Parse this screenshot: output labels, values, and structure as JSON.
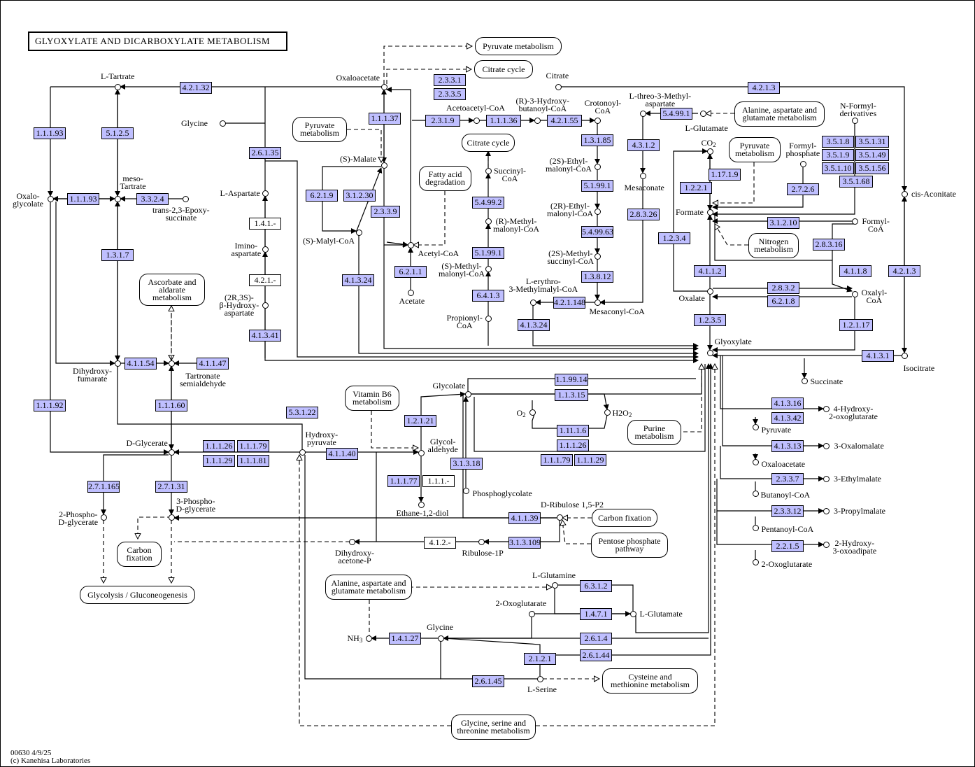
{
  "title": "GLYOXYLATE AND DICARBOXYLATE METABOLISM",
  "footer": {
    "map_id_date": "00630 4/9/25",
    "copyright": "(c) Kanehisa Laboratories"
  },
  "colors": {
    "enzyme_fill": "#bfbfff",
    "line": "#000000",
    "background": "#ffffff"
  },
  "compounds": [
    {
      "id": "l_tartrate",
      "label": "L-Tartrate"
    },
    {
      "id": "oxaloacetate",
      "label": "Oxaloacetate"
    },
    {
      "id": "citrate",
      "label": "Citrate"
    },
    {
      "id": "glycine_top",
      "label": "Glycine"
    },
    {
      "id": "s_malate",
      "label": "(S)-Malate"
    },
    {
      "id": "meso_tartrate",
      "label": "meso-\nTartrate"
    },
    {
      "id": "oxaloglycolate",
      "label": "Oxalo-\nglycolate"
    },
    {
      "id": "epoxysuccinate",
      "label": "trans-2,3-Epoxy-\nsuccinate"
    },
    {
      "id": "l_aspartate",
      "label": "L-Aspartate"
    },
    {
      "id": "iminoaspartate",
      "label": "Imino-\naspartate"
    },
    {
      "id": "hydroxyaspartate",
      "label": "(2R,3S)-\nβ-Hydroxy-\naspartate"
    },
    {
      "id": "s_malyl_coa",
      "label": "(S)-Malyl-CoA"
    },
    {
      "id": "acetyl_coa",
      "label": "Acetyl-CoA"
    },
    {
      "id": "acetate",
      "label": "Acetate"
    },
    {
      "id": "acetoacetyl_coa",
      "label": "Acetoacetyl-CoA"
    },
    {
      "id": "r3_hydroxybutanoyl_coa",
      "label": "(R)-3-Hydroxy-\nbutanoyl-CoA"
    },
    {
      "id": "crotonoyl_coa",
      "label": "Crotonoyl-\nCoA"
    },
    {
      "id": "succinyl_coa",
      "label": "Succinyl-\nCoA"
    },
    {
      "id": "r_methylmalonyl_coa",
      "label": "(R)-Methyl-\nmalonyl-CoA"
    },
    {
      "id": "s_methylmalonyl_coa",
      "label": "(S)-Methyl-\nmalonyl-CoA"
    },
    {
      "id": "propionyl_coa",
      "label": "Propionyl-\nCoA"
    },
    {
      "id": "ethylmalonyl_coa",
      "label": "(2S)-Ethyl-\nmalonyl-CoA"
    },
    {
      "id": "r_ethylmalonyl_coa",
      "label": "(2R)-Ethyl-\nmalonyl-CoA"
    },
    {
      "id": "methylsuccinyl_coa",
      "label": "(2S)-Methyl-\nsuccinyl-CoA"
    },
    {
      "id": "mesaconyl_coa",
      "label": "Mesaconyl-CoA"
    },
    {
      "id": "methylmalyl_coa",
      "label": "L-erythro-\n3-Methylmalyl-CoA"
    },
    {
      "id": "mesaconate",
      "label": "Mesaconate"
    },
    {
      "id": "threo_methylaspartate",
      "label": "L-threo-3-Methyl-\naspartate"
    },
    {
      "id": "l_glutamate_top",
      "label": "L-Glutamate"
    },
    {
      "id": "co2",
      "label": "CO2"
    },
    {
      "id": "formate",
      "label": "Formate"
    },
    {
      "id": "formylphosphate",
      "label": "Formyl-\nphosphate"
    },
    {
      "id": "n_formyl",
      "label": "N-Formyl-\nderivatives"
    },
    {
      "id": "formyl_coa",
      "label": "Formyl-\nCoA"
    },
    {
      "id": "oxalate",
      "label": "Oxalate"
    },
    {
      "id": "oxalyl_coa",
      "label": "Oxalyl-\nCoA"
    },
    {
      "id": "cis_aconitate",
      "label": "cis-Aconitate"
    },
    {
      "id": "isocitrate",
      "label": "Isocitrate"
    },
    {
      "id": "glyoxylate",
      "label": "Glyoxylate"
    },
    {
      "id": "succinate",
      "label": "Succinate"
    },
    {
      "id": "dihydroxyfumarate",
      "label": "Dihydroxy-\nfumarate"
    },
    {
      "id": "tartronate_semialdehyde",
      "label": "Tartronate\nsemialdehyde"
    },
    {
      "id": "d_glycerate",
      "label": "D-Glycerate"
    },
    {
      "id": "hydroxypyruvate",
      "label": "Hydroxy-\npyruvate"
    },
    {
      "id": "glycolate",
      "label": "Glycolate"
    },
    {
      "id": "glycolaldehyde",
      "label": "Glycol-\naldehyde"
    },
    {
      "id": "ethanediol",
      "label": "Ethane-1,2-diol"
    },
    {
      "id": "phosphoglycolate",
      "label": "Phosphoglycolate"
    },
    {
      "id": "o2",
      "label": "O2"
    },
    {
      "id": "h2o2",
      "label": "H2O2"
    },
    {
      "id": "phospho2_glycerate",
      "label": "2-Phospho-\nD-glycerate"
    },
    {
      "id": "phospho3_glycerate",
      "label": "3-Phospho-\nD-glycerate"
    },
    {
      "id": "ribulose_bp",
      "label": "D-Ribulose 1,5-P2"
    },
    {
      "id": "ribulose_1p",
      "label": "Ribulose-1P"
    },
    {
      "id": "dihydroxyacetone_p",
      "label": "Dihydroxy-\nacetone-P"
    },
    {
      "id": "hydroxyoxoglutarate",
      "label": "4-Hydroxy-\n2-oxoglutarate"
    },
    {
      "id": "pyruvate",
      "label": "Pyruvate"
    },
    {
      "id": "oxalomalate",
      "label": "3-Oxalomalate"
    },
    {
      "id": "oxaloacetate_r",
      "label": "Oxaloacetate"
    },
    {
      "id": "ethylmalate",
      "label": "3-Ethylmalate"
    },
    {
      "id": "butanoyl_coa",
      "label": "Butanoyl-CoA"
    },
    {
      "id": "propylmalate",
      "label": "3-Propylmalate"
    },
    {
      "id": "pentanoyl_coa",
      "label": "Pentanoyl-CoA"
    },
    {
      "id": "hydroxyoxoadipate",
      "label": "2-Hydroxy-\n3-oxoadipate"
    },
    {
      "id": "oxoglutarate_r",
      "label": "2-Oxoglutarate"
    },
    {
      "id": "l_glutamine",
      "label": "L-Glutamine"
    },
    {
      "id": "oxoglutarate_b",
      "label": "2-Oxoglutarate"
    },
    {
      "id": "l_glutamate_b",
      "label": "L-Glutamate"
    },
    {
      "id": "glycine_b",
      "label": "Glycine"
    },
    {
      "id": "nh3",
      "label": "NH3"
    },
    {
      "id": "l_serine",
      "label": "L-Serine"
    }
  ],
  "pathways": [
    {
      "id": "pyruvate_metabolism_top",
      "label": "Pyruvate metabolism"
    },
    {
      "id": "citrate_cycle_top",
      "label": "Citrate cycle"
    },
    {
      "id": "pyruvate_metabolism_mid",
      "label": "Pyruvate\nmetabolism"
    },
    {
      "id": "citrate_cycle_mid",
      "label": "Citrate cycle"
    },
    {
      "id": "fatty_acid_degradation",
      "label": "Fatty acid\ndegradation"
    },
    {
      "id": "alanine_aspartate_top",
      "label": "Alanine, aspartate and\nglutamate metabolism"
    },
    {
      "id": "pyruvate_metabolism_right",
      "label": "Pyruvate\nmetabolism"
    },
    {
      "id": "nitrogen_metabolism",
      "label": "Nitrogen\nmetabolism"
    },
    {
      "id": "ascorbate_aldarate",
      "label": "Ascorbate and\naldarate\nmetabolism"
    },
    {
      "id": "vitamin_b6",
      "label": "Vitamin B6\nmetabolism"
    },
    {
      "id": "purine_metabolism",
      "label": "Purine\nmetabolism"
    },
    {
      "id": "carbon_fixation_right",
      "label": "Carbon fixation"
    },
    {
      "id": "pentose_phosphate",
      "label": "Pentose phosphate\npathway"
    },
    {
      "id": "carbon_fixation_left",
      "label": "Carbon\nfixation"
    },
    {
      "id": "glycolysis",
      "label": "Glycolysis / Gluconeogenesis"
    },
    {
      "id": "alanine_aspartate_bottom",
      "label": "Alanine, aspartate and\nglutamate metabolism"
    },
    {
      "id": "cysteine_methionine",
      "label": "Cysteine and\nmethionine metabolism"
    },
    {
      "id": "glycine_serine_threonine",
      "label": "Glycine, serine and\nthreonine metabolism"
    }
  ],
  "enzymes": [
    {
      "id": "e_4_2_1_32",
      "label": "4.2.1.32"
    },
    {
      "id": "e_1_1_1_93a",
      "label": "1.1.1.93"
    },
    {
      "id": "e_5_1_2_5",
      "label": "5.1.2.5"
    },
    {
      "id": "e_1_1_1_93b",
      "label": "1.1.1.93"
    },
    {
      "id": "e_3_3_2_4",
      "label": "3.3.2.4"
    },
    {
      "id": "e_1_3_1_7",
      "label": "1.3.1.7"
    },
    {
      "id": "e_2_3_3_1",
      "label": "2.3.3.1"
    },
    {
      "id": "e_2_3_3_5",
      "label": "2.3.3.5"
    },
    {
      "id": "e_1_1_1_37",
      "label": "1.1.1.37"
    },
    {
      "id": "e_2_6_1_35",
      "label": "2.6.1.35"
    },
    {
      "id": "e_2_3_1_9",
      "label": "2.3.1.9"
    },
    {
      "id": "e_1_1_1_36",
      "label": "1.1.1.36"
    },
    {
      "id": "e_4_2_1_55",
      "label": "4.2.1.55"
    },
    {
      "id": "e_1_3_1_85",
      "label": "1.3.1.85"
    },
    {
      "id": "e_5_1_99_1a",
      "label": "5.1.99.1"
    },
    {
      "id": "e_5_4_99_63",
      "label": "5.4.99.63"
    },
    {
      "id": "e_1_3_8_12",
      "label": "1.3.8.12"
    },
    {
      "id": "e_4_2_1_148",
      "label": "4.2.1.148"
    },
    {
      "id": "e_4_1_3_24b",
      "label": "4.1.3.24"
    },
    {
      "id": "e_6_2_1_9",
      "label": "6.2.1.9"
    },
    {
      "id": "e_3_1_2_30",
      "label": "3.1.2.30"
    },
    {
      "id": "e_2_3_3_9",
      "label": "2.3.3.9"
    },
    {
      "id": "e_6_2_1_1",
      "label": "6.2.1.1"
    },
    {
      "id": "e_5_4_99_2",
      "label": "5.4.99.2"
    },
    {
      "id": "e_5_1_99_1b",
      "label": "5.1.99.1"
    },
    {
      "id": "e_6_4_1_3",
      "label": "6.4.1.3"
    },
    {
      "id": "e_4_1_3_24a",
      "label": "4.1.3.24"
    },
    {
      "id": "e_4_1_3_41",
      "label": "4.1.3.41"
    },
    {
      "id": "e_1_4_1_x",
      "label": "1.4.1.-"
    },
    {
      "id": "e_4_2_1_x",
      "label": "4.2.1.-"
    },
    {
      "id": "e_5_4_99_1",
      "label": "5.4.99.1"
    },
    {
      "id": "e_4_3_1_2",
      "label": "4.3.1.2"
    },
    {
      "id": "e_2_8_3_26",
      "label": "2.8.3.26"
    },
    {
      "id": "e_4_2_1_3a",
      "label": "4.2.1.3"
    },
    {
      "id": "e_4_2_1_3b",
      "label": "4.2.1.3"
    },
    {
      "id": "e_1_17_1_9",
      "label": "1.17.1.9"
    },
    {
      "id": "e_1_2_2_1",
      "label": "1.2.2.1"
    },
    {
      "id": "e_2_7_2_6",
      "label": "2.7.2.6"
    },
    {
      "id": "e_3_5_1_8",
      "label": "3.5.1.8"
    },
    {
      "id": "e_3_5_1_31",
      "label": "3.5.1.31"
    },
    {
      "id": "e_3_5_1_9",
      "label": "3.5.1.9"
    },
    {
      "id": "e_3_5_1_49",
      "label": "3.5.1.49"
    },
    {
      "id": "e_3_5_1_10",
      "label": "3.5.1.10"
    },
    {
      "id": "e_3_5_1_56",
      "label": "3.5.1.56"
    },
    {
      "id": "e_3_5_1_68",
      "label": "3.5.1.68"
    },
    {
      "id": "e_3_1_2_10",
      "label": "3.1.2.10"
    },
    {
      "id": "e_1_2_3_4",
      "label": "1.2.3.4"
    },
    {
      "id": "e_2_8_3_16",
      "label": "2.8.3.16"
    },
    {
      "id": "e_4_1_1_2",
      "label": "4.1.1.2"
    },
    {
      "id": "e_4_1_1_8",
      "label": "4.1.1.8"
    },
    {
      "id": "e_2_8_3_2",
      "label": "2.8.3.2"
    },
    {
      "id": "e_6_2_1_8",
      "label": "6.2.1.8"
    },
    {
      "id": "e_1_2_3_5",
      "label": "1.2.3.5"
    },
    {
      "id": "e_1_2_1_17",
      "label": "1.2.1.17"
    },
    {
      "id": "e_4_1_3_1",
      "label": "4.1.3.1"
    },
    {
      "id": "e_4_1_1_54",
      "label": "4.1.1.54"
    },
    {
      "id": "e_4_1_1_47",
      "label": "4.1.1.47"
    },
    {
      "id": "e_1_1_1_92",
      "label": "1.1.1.92"
    },
    {
      "id": "e_1_1_1_60",
      "label": "1.1.1.60"
    },
    {
      "id": "e_5_3_1_22",
      "label": "5.3.1.22"
    },
    {
      "id": "e_1_1_1_26a",
      "label": "1.1.1.26"
    },
    {
      "id": "e_1_1_1_79a",
      "label": "1.1.1.79"
    },
    {
      "id": "e_1_1_1_29",
      "label": "1.1.1.29"
    },
    {
      "id": "e_1_1_1_81",
      "label": "1.1.1.81"
    },
    {
      "id": "e_4_1_1_40",
      "label": "4.1.1.40"
    },
    {
      "id": "e_2_7_1_165",
      "label": "2.7.1.165"
    },
    {
      "id": "e_2_7_1_31",
      "label": "2.7.1.31"
    },
    {
      "id": "e_1_2_1_21",
      "label": "1.2.1.21"
    },
    {
      "id": "e_1_1_99_14",
      "label": "1.1.99.14"
    },
    {
      "id": "e_1_1_3_15",
      "label": "1.1.3.15"
    },
    {
      "id": "e_1_11_1_6",
      "label": "1.11.1.6"
    },
    {
      "id": "e_1_1_1_26b",
      "label": "1.1.1.26"
    },
    {
      "id": "e_1_1_1_79b",
      "label": "1.1.1.79"
    },
    {
      "id": "e_1_1_1_29b",
      "label": "1.1.1.29"
    },
    {
      "id": "e_3_1_3_18",
      "label": "3.1.3.18"
    },
    {
      "id": "e_1_1_1_77",
      "label": "1.1.1.77"
    },
    {
      "id": "e_1_1_1_x",
      "label": "1.1.1.-"
    },
    {
      "id": "e_4_1_1_39",
      "label": "4.1.1.39"
    },
    {
      "id": "e_3_1_3_109",
      "label": "3.1.3.109"
    },
    {
      "id": "e_4_1_2_x",
      "label": "4.1.2.-"
    },
    {
      "id": "e_4_1_3_16",
      "label": "4.1.3.16"
    },
    {
      "id": "e_4_1_3_42",
      "label": "4.1.3.42"
    },
    {
      "id": "e_4_1_3_13",
      "label": "4.1.3.13"
    },
    {
      "id": "e_2_3_3_7",
      "label": "2.3.3.7"
    },
    {
      "id": "e_2_3_3_12",
      "label": "2.3.3.12"
    },
    {
      "id": "e_2_2_1_5",
      "label": "2.2.1.5"
    },
    {
      "id": "e_6_3_1_2",
      "label": "6.3.1.2"
    },
    {
      "id": "e_1_4_7_1",
      "label": "1.4.7.1"
    },
    {
      "id": "e_2_6_1_4",
      "label": "2.6.1.4"
    },
    {
      "id": "e_2_6_1_44",
      "label": "2.6.1.44"
    },
    {
      "id": "e_1_4_1_27",
      "label": "1.4.1.27"
    },
    {
      "id": "e_2_1_2_1",
      "label": "2.1.2.1"
    },
    {
      "id": "e_2_6_1_45",
      "label": "2.6.1.45"
    }
  ]
}
